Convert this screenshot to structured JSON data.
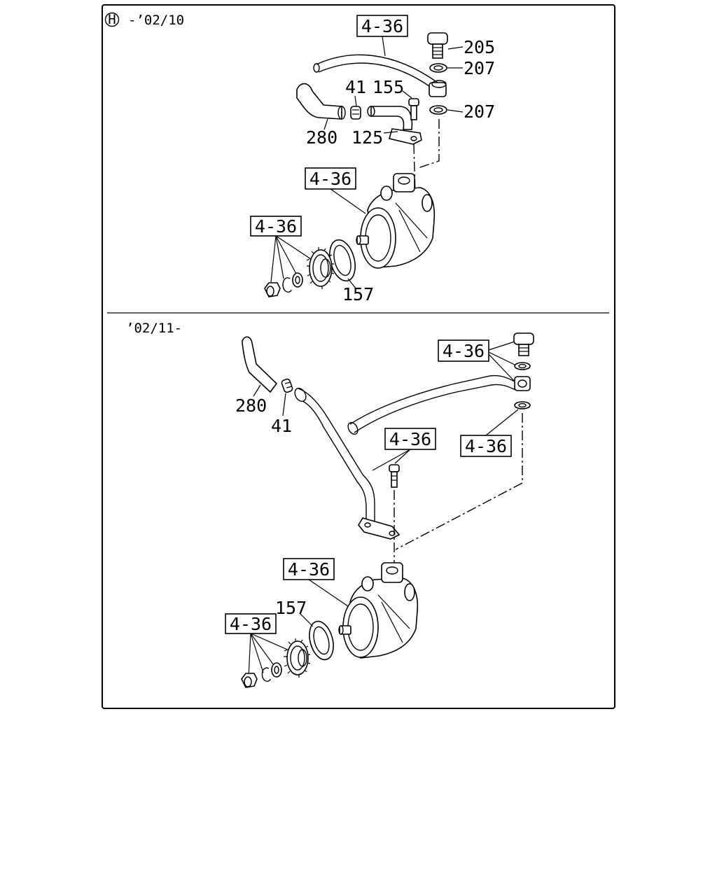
{
  "top_section": {
    "circle_letter": "H",
    "range": "-’02/10",
    "ref_labels": [
      "4-36",
      "4-36",
      "4-36"
    ],
    "parts": {
      "p205": "205",
      "p207a": "207",
      "p207b": "207",
      "p41": "41",
      "p155": "155",
      "p280": "280",
      "p125": "125",
      "p157": "157"
    }
  },
  "bottom_section": {
    "range": "’02/11-",
    "ref_labels": [
      "4-36",
      "4-36",
      "4-36",
      "4-36",
      "4-36"
    ],
    "parts": {
      "p280": "280",
      "p41": "41",
      "p157": "157"
    }
  }
}
